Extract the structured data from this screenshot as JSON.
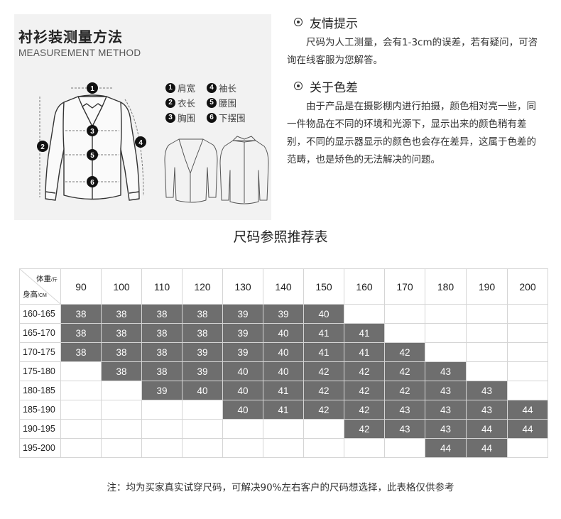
{
  "measure": {
    "title": "衬衫装测量方法",
    "subtitle": "MEASUREMENT METHOD",
    "legend": [
      {
        "num": "1",
        "label": "肩宽"
      },
      {
        "num": "4",
        "label": "袖长"
      },
      {
        "num": "2",
        "label": "衣长"
      },
      {
        "num": "5",
        "label": "腰围"
      },
      {
        "num": "3",
        "label": "胸围"
      },
      {
        "num": "6",
        "label": "下摆围"
      }
    ]
  },
  "tips": {
    "tip1_title": "友情提示",
    "tip1_body": "尺码为人工测量，会有1-3cm的误差，若有疑问，可咨询在线客服为您解答。",
    "tip2_title": "关于色差",
    "tip2_body": "由于产品是在摄影棚内进行拍摄，颜色相对亮一些，同一件物品在不同的环境和光源下，显示出来的颜色稍有差别，不同的显示器显示的颜色也会存在差异，这属于色差的范畴，也是矫色的无法解决的问题。"
  },
  "table": {
    "title": "尺码参照推荐表",
    "corner_weight": "体重",
    "corner_weight_unit": "/斤",
    "corner_height": "身高",
    "corner_height_unit": "/CM",
    "weights": [
      "90",
      "100",
      "110",
      "120",
      "130",
      "140",
      "150",
      "160",
      "170",
      "180",
      "190",
      "200"
    ],
    "rows": [
      {
        "height": "160-165",
        "cells": [
          "38",
          "38",
          "38",
          "38",
          "39",
          "39",
          "40",
          "",
          "",
          "",
          "",
          ""
        ]
      },
      {
        "height": "165-170",
        "cells": [
          "38",
          "38",
          "38",
          "38",
          "39",
          "40",
          "41",
          "41",
          "",
          "",
          "",
          ""
        ]
      },
      {
        "height": "170-175",
        "cells": [
          "38",
          "38",
          "38",
          "39",
          "39",
          "40",
          "41",
          "41",
          "42",
          "",
          "",
          ""
        ]
      },
      {
        "height": "175-180",
        "cells": [
          "",
          "38",
          "38",
          "39",
          "40",
          "40",
          "42",
          "42",
          "42",
          "43",
          "",
          ""
        ]
      },
      {
        "height": "180-185",
        "cells": [
          "",
          "",
          "39",
          "40",
          "40",
          "41",
          "42",
          "42",
          "42",
          "43",
          "43",
          ""
        ]
      },
      {
        "height": "185-190",
        "cells": [
          "",
          "",
          "",
          "",
          "40",
          "41",
          "42",
          "42",
          "43",
          "43",
          "43",
          "44"
        ]
      },
      {
        "height": "190-195",
        "cells": [
          "",
          "",
          "",
          "",
          "",
          "",
          "",
          "42",
          "43",
          "43",
          "44",
          "44"
        ]
      },
      {
        "height": "195-200",
        "cells": [
          "",
          "",
          "",
          "",
          "",
          "",
          "",
          "",
          "",
          "44",
          "44",
          ""
        ]
      }
    ]
  },
  "note": "注：均为买家真实试穿尺码，可解决90%左右客户的尺码想选择，此表格仅供参考",
  "colors": {
    "fill": "#6e6e6e",
    "panel": "#f2f2f2"
  }
}
